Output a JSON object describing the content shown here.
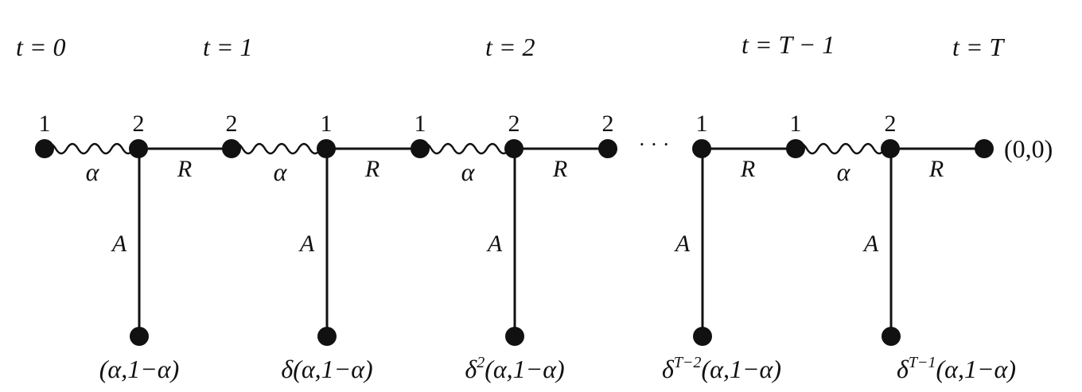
{
  "time_labels": [
    {
      "t": "t = 0"
    },
    {
      "t": "t = 1"
    },
    {
      "t": "t = 2"
    },
    {
      "t": "t = T − 1"
    },
    {
      "t": "t = T"
    }
  ],
  "player_labels": [
    "1",
    "2",
    "2",
    "1",
    "1",
    "2",
    "2",
    "1",
    "1",
    "2"
  ],
  "edge_labels": {
    "alpha": "α",
    "reject": "R",
    "accept": "A"
  },
  "ellipsis": "· · ·",
  "terminal_payoff": "(0,0)",
  "payoffs": [
    {
      "prefix": "",
      "exp": "",
      "body": "(α,1−α)"
    },
    {
      "prefix": "δ",
      "exp": "",
      "body": "(α,1−α)"
    },
    {
      "prefix": "δ",
      "exp": "2",
      "body": "(α,1−α)"
    },
    {
      "prefix": "δ",
      "exp": "T−2",
      "body": "(α,1−α)"
    },
    {
      "prefix": "δ",
      "exp": "T−1",
      "body": "(α,1−α)"
    }
  ]
}
